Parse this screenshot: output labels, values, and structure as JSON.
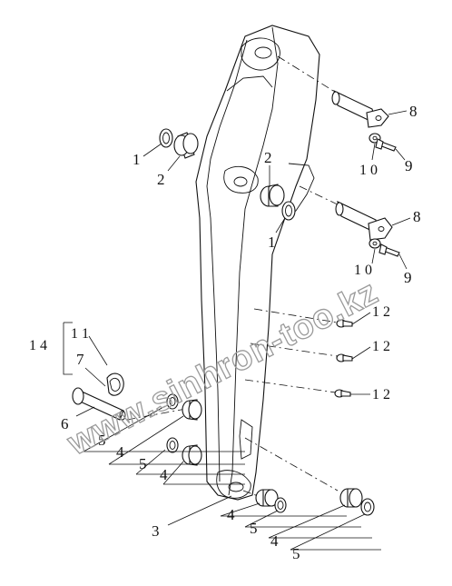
{
  "diagram": {
    "callouts": {
      "c1_top": "1",
      "c2_top": "2",
      "c2_mid": "2",
      "c1_mid": "1",
      "c8_top": "8",
      "c9_top": "9",
      "c10_top": "1 0",
      "c8_mid": "8",
      "c10_mid": "1 0",
      "c9_mid": "9",
      "c12_a": "1 2",
      "c12_b": "1 2",
      "c12_c": "1 2",
      "c14": "1 4",
      "c11": "1 1",
      "c7": "7",
      "c6": "6",
      "c5_a": "5",
      "c4_a": "4",
      "c5_b": "5",
      "c4_b": "4",
      "c3": "3",
      "c4_c": "4",
      "c5_c": "5",
      "c4_d": "4",
      "c5_d": "5"
    },
    "watermark": "www.sinhron-too.kz"
  }
}
